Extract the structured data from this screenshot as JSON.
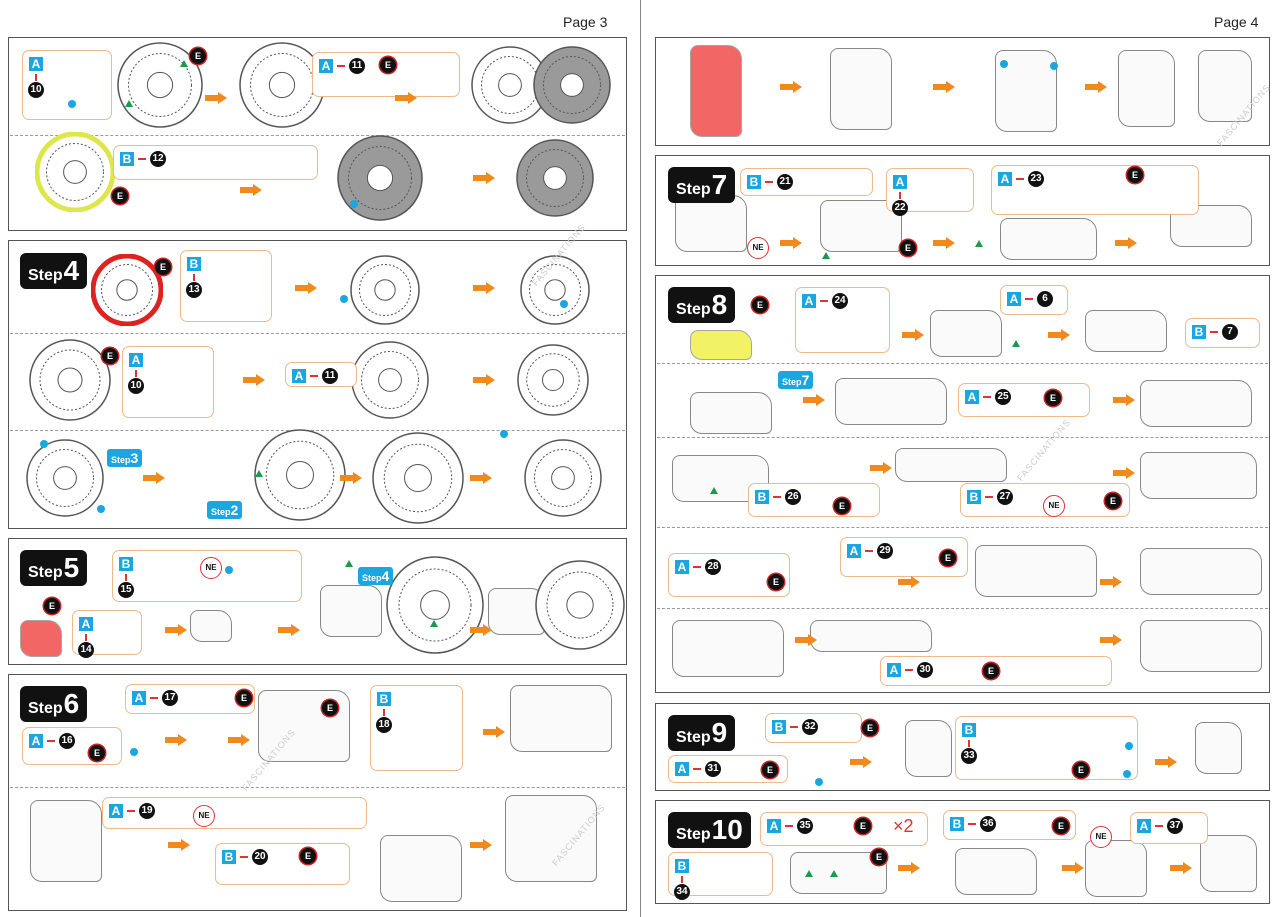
{
  "pages": [
    {
      "label": "Page 3"
    },
    {
      "label": "Page 4"
    }
  ],
  "common": {
    "step_word": "Step",
    "e": "E",
    "ne": "NE",
    "times_two": "×2",
    "watermark": "FASCINATIONS"
  },
  "steps": [
    "4",
    "5",
    "6",
    "7",
    "8",
    "9",
    "10"
  ],
  "step_refs": [
    "3",
    "2",
    "4",
    "7"
  ],
  "callouts": [
    {
      "letter": "A",
      "part": "10"
    },
    {
      "letter": "A",
      "part": "11"
    },
    {
      "letter": "B",
      "part": "12"
    },
    {
      "letter": "B",
      "part": "13"
    },
    {
      "letter": "A",
      "part": "10"
    },
    {
      "letter": "A",
      "part": "11"
    },
    {
      "letter": "B",
      "part": "15"
    },
    {
      "letter": "A",
      "part": "14"
    },
    {
      "letter": "A",
      "part": "17"
    },
    {
      "letter": "A",
      "part": "16"
    },
    {
      "letter": "B",
      "part": "18"
    },
    {
      "letter": "A",
      "part": "19"
    },
    {
      "letter": "B",
      "part": "20"
    },
    {
      "letter": "B",
      "part": "21"
    },
    {
      "letter": "A",
      "part": "22"
    },
    {
      "letter": "A",
      "part": "23"
    },
    {
      "letter": "A",
      "part": "24"
    },
    {
      "letter": "A",
      "part": "6"
    },
    {
      "letter": "B",
      "part": "7"
    },
    {
      "letter": "A",
      "part": "25"
    },
    {
      "letter": "B",
      "part": "26"
    },
    {
      "letter": "B",
      "part": "27"
    },
    {
      "letter": "A",
      "part": "28"
    },
    {
      "letter": "A",
      "part": "29"
    },
    {
      "letter": "A",
      "part": "30"
    },
    {
      "letter": "B",
      "part": "32"
    },
    {
      "letter": "A",
      "part": "31"
    },
    {
      "letter": "B",
      "part": "33"
    },
    {
      "letter": "A",
      "part": "35"
    },
    {
      "letter": "B",
      "part": "36"
    },
    {
      "letter": "A",
      "part": "37"
    },
    {
      "letter": "B",
      "part": "34"
    }
  ],
  "colors": {
    "accent_blue": "#1ba6e0",
    "arrow_orange": "#f08a1c",
    "callout_border": "#f0b98a",
    "glue_red": "#cc2222",
    "fold_green": "#1a9a4a"
  }
}
